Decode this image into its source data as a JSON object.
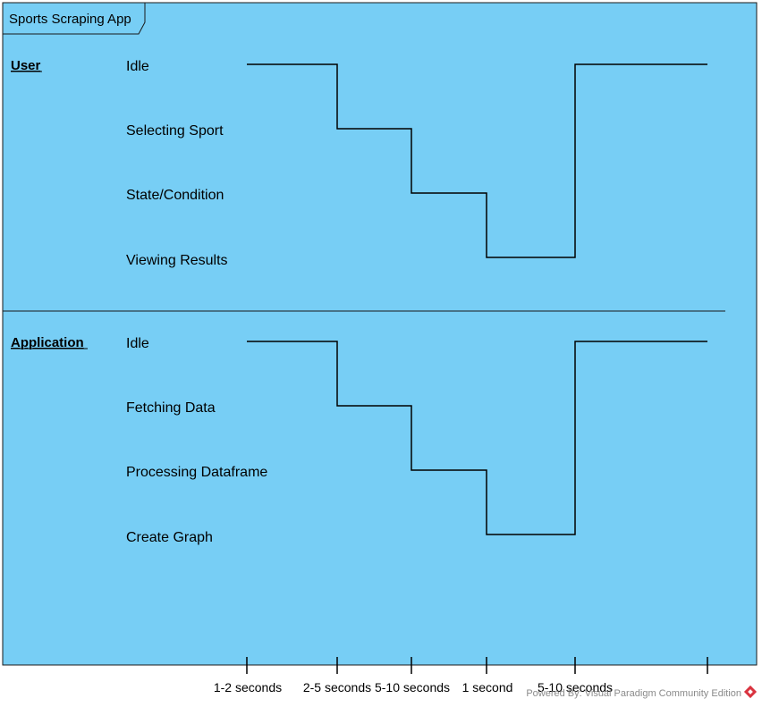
{
  "frame": {
    "title": "Sports Scraping App",
    "background": "#77CEF5"
  },
  "lifelines": [
    {
      "name": "User",
      "states": [
        "Idle",
        "Selecting Sport",
        "State/Condition",
        "Viewing Results"
      ]
    },
    {
      "name": "Application",
      "states": [
        "Idle",
        "Fetching Data",
        "Processing Dataframe",
        "Create Graph"
      ]
    }
  ],
  "timeline": {
    "ticks": [
      "1-2 seconds",
      "2-5 seconds",
      "5-10 seconds",
      "1 second",
      "5-10 seconds",
      ""
    ]
  },
  "watermark": {
    "text": "Powered By: Visual Paradigm Community Edition",
    "icon": "visual-paradigm-logo-icon",
    "icon_color": "#D9333F"
  }
}
